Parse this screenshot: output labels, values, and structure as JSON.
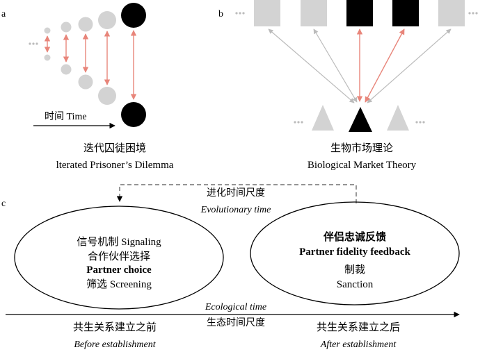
{
  "panel_a": {
    "label": "a",
    "time_label": "时间 Time",
    "title_zh": "迭代囚徒困境",
    "title_en": "lterated Prisoner’s Dilemma"
  },
  "panel_b": {
    "label": "b",
    "title_zh": "生物市场理论",
    "title_en": "Biological Market Theory"
  },
  "panel_c": {
    "label": "c",
    "evolutionary_zh": "进化时间尺度",
    "evolutionary_en": "Evolutionary time",
    "left_ellipse": {
      "signaling": "信号机制 Signaling",
      "choice_zh": "合作伙伴选择",
      "choice_en": "Partner choice",
      "screening": "筛选 Screening"
    },
    "right_ellipse": {
      "feedback_zh": "伴侣忠诚反馈",
      "feedback_en": "Partner fidelity feedback",
      "sanction_zh": "制裁",
      "sanction_en": "Sanction"
    },
    "ecological_en": "Ecological time",
    "ecological_zh": "生态时间尺度",
    "before_zh": "共生关系建立之前",
    "before_en": "Before establishment",
    "after_zh": "共生关系建立之后",
    "after_en": "After establishment"
  },
  "colors": {
    "salmon_arrow": "#E8857A",
    "light_gray": "#D3D3D3",
    "gray_arrow": "#BBBBBB",
    "black": "#000000",
    "dashed_line": "#555555"
  }
}
